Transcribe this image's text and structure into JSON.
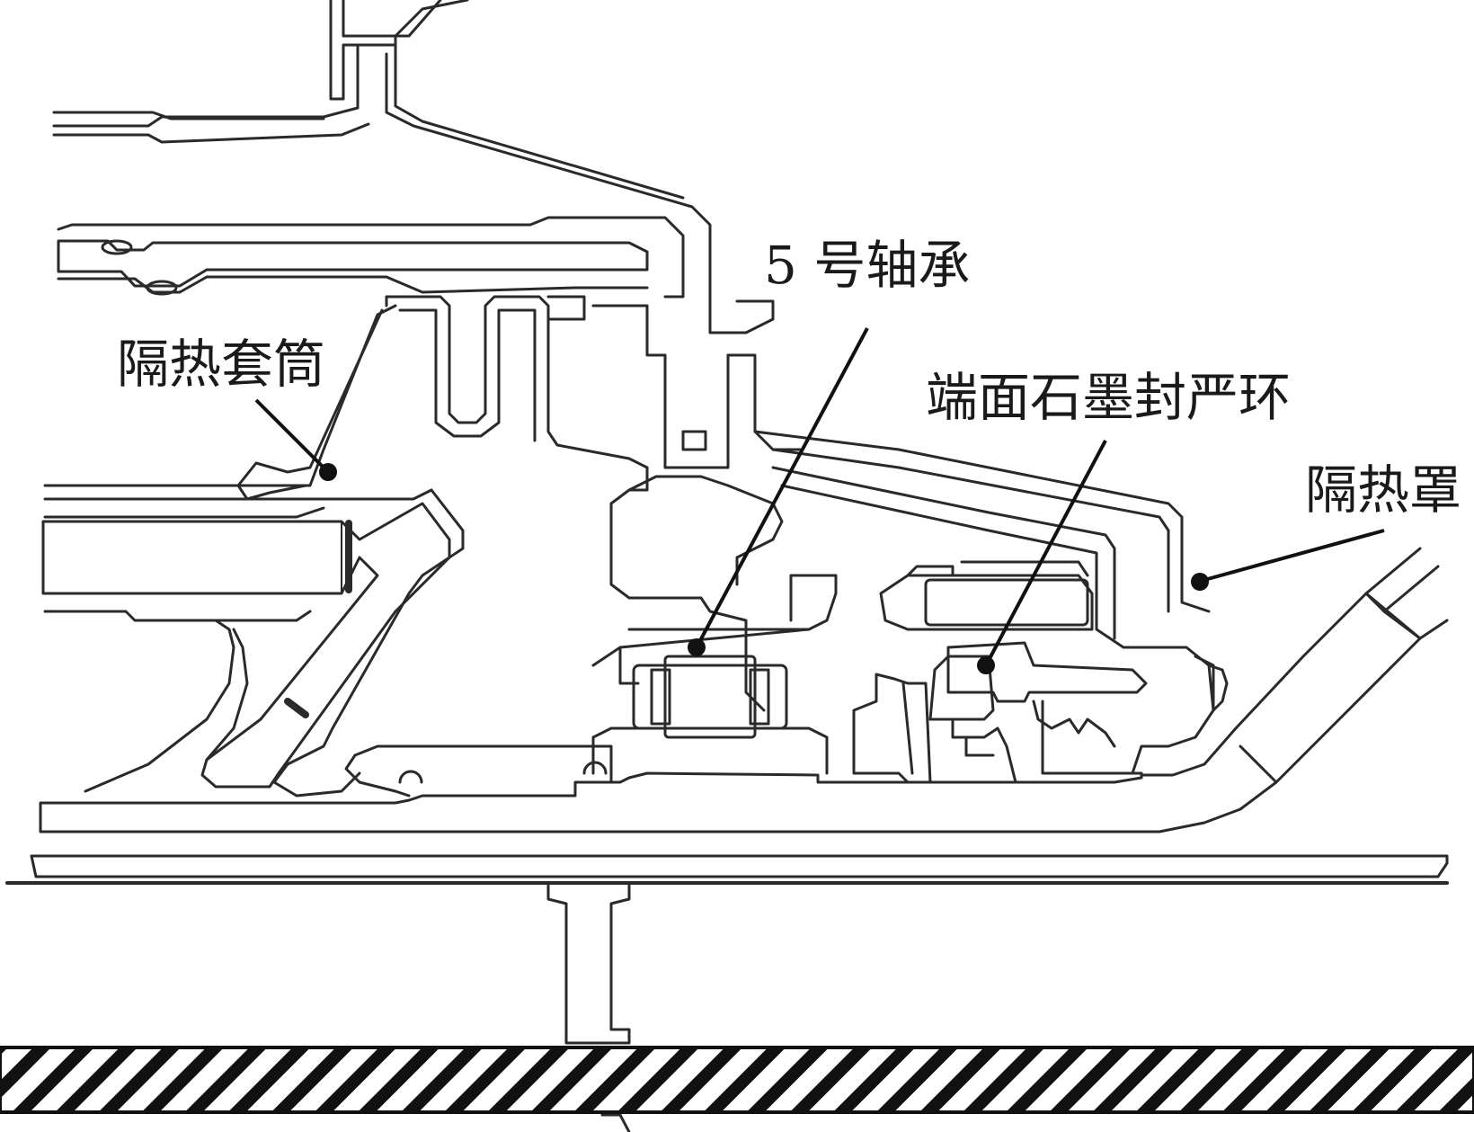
{
  "labels": {
    "bearing5": "5 号轴承",
    "heat_sleeve": "隔热套筒",
    "graphite_seal": "端面石墨封严环",
    "heat_shield": "隔热罩"
  },
  "colors": {
    "shaft_pink": "#e8d3e6",
    "seal_yellow": "#e9eba9",
    "seal_teal": "#a9d6cc",
    "line": "#2a2a2a"
  }
}
